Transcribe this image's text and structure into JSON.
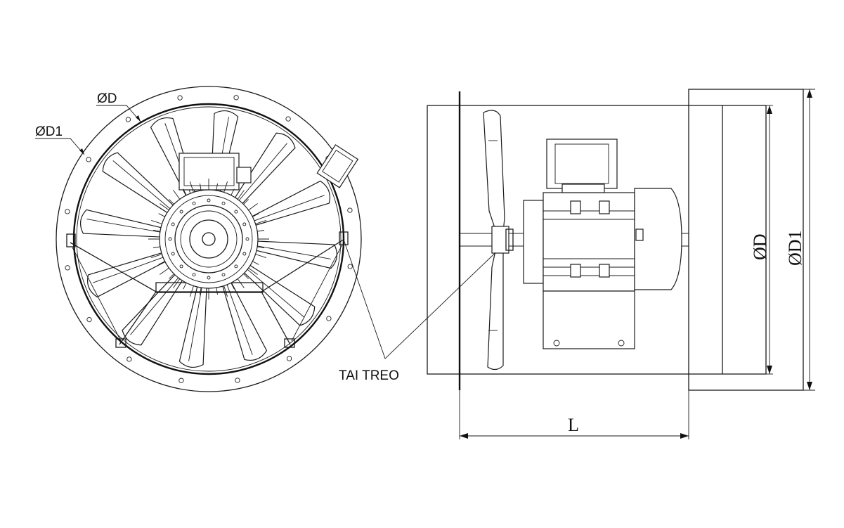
{
  "labels": {
    "diameter": "ØD",
    "diameter_outer": "ØD1",
    "tie_rod": "TAI TREO",
    "length": "L",
    "side_diameter": "ØD",
    "side_diameter_outer": "ØD1"
  },
  "front_view": {
    "blade_count": 12
  }
}
